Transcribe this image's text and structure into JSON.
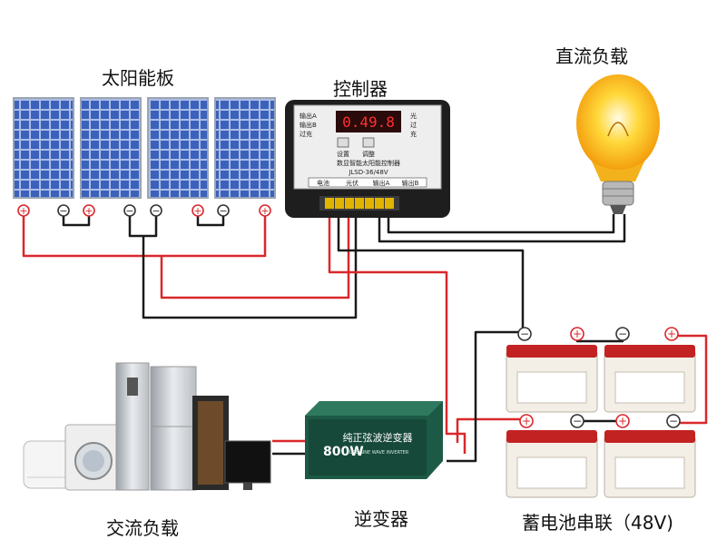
{
  "labels": {
    "solar_panels": "太阳能板",
    "controller": "控制器",
    "dc_load": "直流负载",
    "ac_load": "交流负载",
    "inverter": "逆变器",
    "battery_series": "蓄电池串联（48V)"
  },
  "controller": {
    "display_value": "0.49.8",
    "model": "JLSD-36/48V",
    "name": "数显智能太阳能控制器",
    "side_labels": [
      "输出A",
      "输出B",
      "过充"
    ],
    "right_labels": [
      "光",
      "过",
      "充"
    ],
    "buttons": [
      "设置",
      "调整"
    ],
    "terminals": [
      "电池",
      "光伏",
      "输出A",
      "输出B"
    ]
  },
  "inverter": {
    "power": "800W",
    "title": "纯正弦波逆变器",
    "subtitle": "PURE SINE WAVE INVERTER"
  },
  "polarity": {
    "pos": "+",
    "neg": "−"
  },
  "colors": {
    "red_wire": "#d9282b",
    "black_wire": "#1a1a1a",
    "panel": "#3a5fb8",
    "controller": "#1e1e1e",
    "inverter": "#1d5a45",
    "battery_red": "#c32222"
  }
}
